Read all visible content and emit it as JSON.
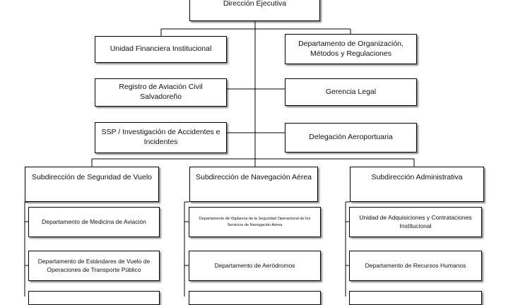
{
  "org_chart": {
    "root": {
      "label": "Dirección Ejecutiva"
    },
    "staff": {
      "left": [
        {
          "label": "Unidad Financiera Institucional"
        },
        {
          "label": "Registro de Aviación Civil Salvadoreño"
        },
        {
          "label": "SSP / Investigación de Accidentes e Incidentes"
        }
      ],
      "right": [
        {
          "label": "Departamento de Organización, Métodos y Regulaciones"
        },
        {
          "label": "Gerencia Legal"
        },
        {
          "label": "Delegación Aeroportuaria"
        }
      ]
    },
    "divisions": [
      {
        "label": "Subdirección de Seguridad de Vuelo",
        "units": [
          {
            "label": "Departamento de Medicina de Aviación"
          },
          {
            "label": "Departamento de Estándares de Vuelo de Operaciones de Transporte Público"
          },
          {
            "label": ""
          }
        ]
      },
      {
        "label": "Subdirección de Navegación Aérea",
        "units": [
          {
            "label": "Departamento de Vigilancia de la Seguridad Operacional de los Servicios de Navegación Aérea"
          },
          {
            "label": "Departamento de Aeródromos"
          },
          {
            "label": ""
          }
        ]
      },
      {
        "label": "Subdirección Administrativa",
        "units": [
          {
            "label": "Unidad de Adquisiciones y Contrataciones Institucional"
          },
          {
            "label": "Departamento de Recursos Humanos"
          },
          {
            "label": ""
          }
        ]
      }
    ]
  }
}
